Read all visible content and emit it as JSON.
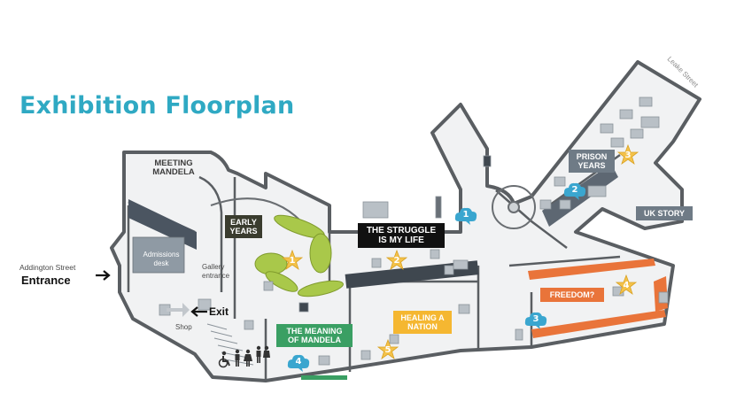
{
  "map": {
    "title": "Exhibition Floorplan",
    "street_labels": {
      "top_right": "Leake Street",
      "left": "Addington Street"
    },
    "entrance_label": "Entrance",
    "exit_label": "Exit",
    "area_labels": {
      "meeting_mandela": "MEETING MANDELA",
      "admissions_desk": "Admissions desk",
      "gallery_entrance": "Gallery entrance",
      "shop": "Shop"
    },
    "zones": {
      "early_years": "EARLY YEARS",
      "the_struggle": "THE STRUGGLE IS MY LIFE",
      "meaning_of_mandela": "THE MEANING OF MANDELA",
      "healing_a_nation": "HEALING A NATION",
      "freedom": "FREEDOM?",
      "prison_years": "PRISON YEARS",
      "uk_story": "UK STORY"
    },
    "star_markers": [
      "1",
      "2",
      "3",
      "4",
      "5"
    ],
    "cloud_markers": [
      "1",
      "2",
      "3",
      "4"
    ],
    "colors": {
      "title": "#2fa9c3",
      "wall": "#5a5e62",
      "floor": "#f1f2f3",
      "star": "#f4c24a",
      "cloud": "#3aa6cf",
      "early_years": "#3a3c2e",
      "struggle": "#111111",
      "meaning": "#3a9f63",
      "healing": "#f5b731",
      "freedom": "#e9743a",
      "prison": "#6f7b86",
      "arc_green": "#a9c84a"
    },
    "icons": [
      "arrow-right-icon",
      "arrow-left-icon",
      "toilet-icon",
      "wheelchair-icon",
      "star-marker-icon",
      "cloud-marker-icon"
    ]
  }
}
